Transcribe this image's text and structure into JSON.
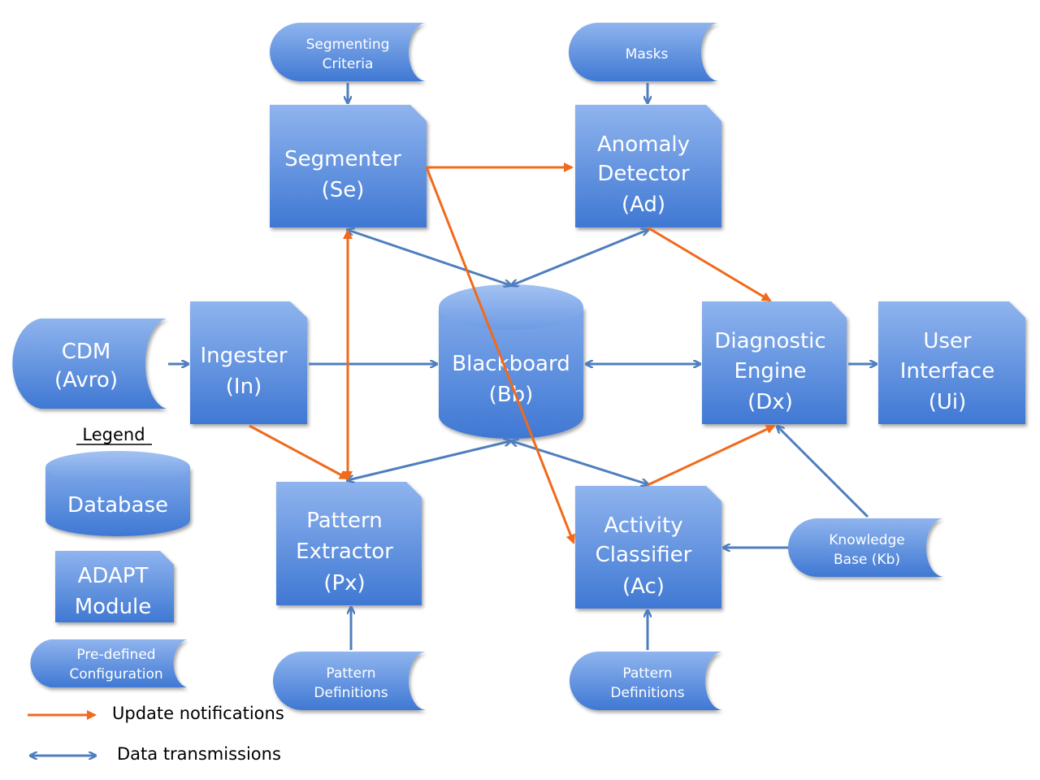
{
  "colors": {
    "update_arrow": "#F06A1C",
    "data_arrow": "#4F7EBD",
    "shape_top": "#8FB4EE",
    "shape_bottom": "#3F78D3"
  },
  "modules": {
    "segmenter": [
      "Segmenter",
      "(Se)"
    ],
    "anomaly": [
      "Anomaly",
      "Detector",
      "(Ad)"
    ],
    "ingester": [
      "Ingester",
      "(In)"
    ],
    "diagnostic": [
      "Diagnostic",
      "Engine",
      "(Dx)"
    ],
    "ui": [
      "User",
      "Interface",
      "(Ui)"
    ],
    "pattern": [
      "Pattern",
      "Extractor",
      "(Px)"
    ],
    "activity": [
      "Activity",
      "Classifier",
      "(Ac)"
    ]
  },
  "databases": {
    "blackboard": [
      "Blackboard",
      "(Bb)"
    ]
  },
  "configs": {
    "segmenting_criteria": [
      "Segmenting",
      "Criteria"
    ],
    "masks": [
      "Masks"
    ],
    "cdm": [
      "CDM",
      "(Avro)"
    ],
    "knowledge_base": [
      "Knowledge",
      "Base (Kb)"
    ],
    "pattern_defs_px": [
      "Pattern",
      "Definitions"
    ],
    "pattern_defs_ac": [
      "Pattern",
      "Definitions"
    ]
  },
  "legend": {
    "title": "Legend",
    "database": "Database",
    "module": [
      "ADAPT",
      "Module"
    ],
    "config": [
      "Pre-defined",
      "Configuration"
    ],
    "update": "Update notifications",
    "data": "Data transmissions"
  }
}
